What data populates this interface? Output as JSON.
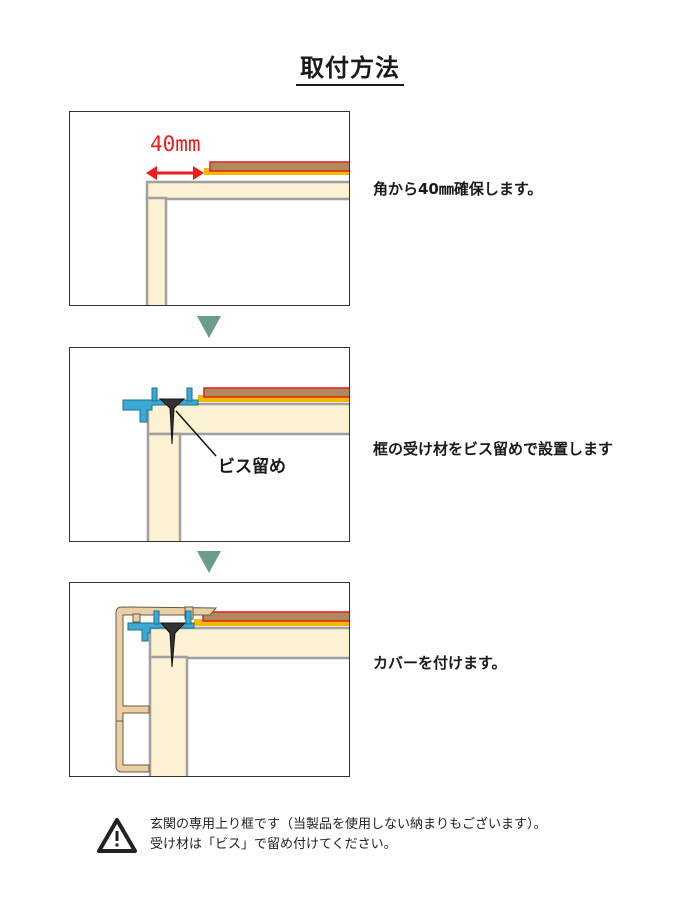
{
  "title": "取付方法",
  "steps": [
    {
      "caption": "角から40㎜確保します。",
      "diagram_label": "40mm",
      "diagram_label_color": "#ee1c1c"
    },
    {
      "caption": "框の受け材をビス留めで設置します",
      "diagram_label": "ビス留め"
    },
    {
      "caption": "カバーを付けます。"
    }
  ],
  "note": {
    "icon": "warning-icon",
    "line1": "玄関の専用上り框です（当製品を使用しない納まりもございます）。",
    "line2": "受け材は「ビス」で留め付けてください。"
  },
  "colors": {
    "step_arrow": "#6c9d8b",
    "frame_wood": "#fdf1d3",
    "frame_outline": "#a0a0a0",
    "floor_board": "#b08a5a",
    "floor_border": "#e02020",
    "underlay": "#f7b800",
    "bracket": "#3aa9d4",
    "cover": "#e8cfa5"
  }
}
